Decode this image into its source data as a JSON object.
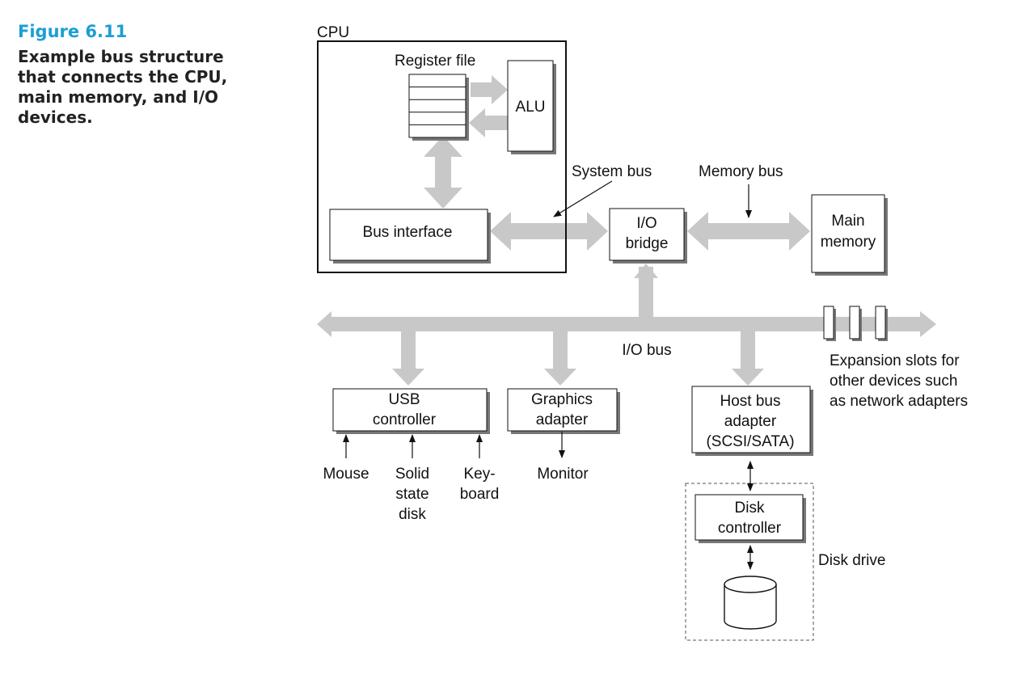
{
  "caption": {
    "figure_label": "Figure 6.11",
    "text": "Example bus structure that connects the CPU, main memory, and I/O devices."
  },
  "diagram": {
    "cpu_label": "CPU",
    "register_file_label": "Register file",
    "alu_label": "ALU",
    "bus_interface_label": "Bus interface",
    "system_bus_label": "System bus",
    "memory_bus_label": "Memory bus",
    "io_bridge_label": [
      "I/O",
      "bridge"
    ],
    "main_memory_label": [
      "Main",
      "memory"
    ],
    "io_bus_label": "I/O bus",
    "expansion_slots_label": [
      "Expansion slots for",
      "other devices such",
      "as network adapters"
    ],
    "usb_controller_label": [
      "USB",
      "controller"
    ],
    "graphics_adapter_label": [
      "Graphics",
      "adapter"
    ],
    "host_bus_adapter_label": [
      "Host bus",
      "adapter",
      "(SCSI/SATA)"
    ],
    "mouse_label": "Mouse",
    "solid_state_disk_label": [
      "Solid",
      "state",
      "disk"
    ],
    "keyboard_label": [
      "Key-",
      "board"
    ],
    "monitor_label": "Monitor",
    "disk_controller_label": [
      "Disk",
      "controller"
    ],
    "disk_drive_label": "Disk drive"
  },
  "colors": {
    "caption_title": "#1b9fd5",
    "bus_gray": "#c8c8c8",
    "shadow": "#777777"
  }
}
